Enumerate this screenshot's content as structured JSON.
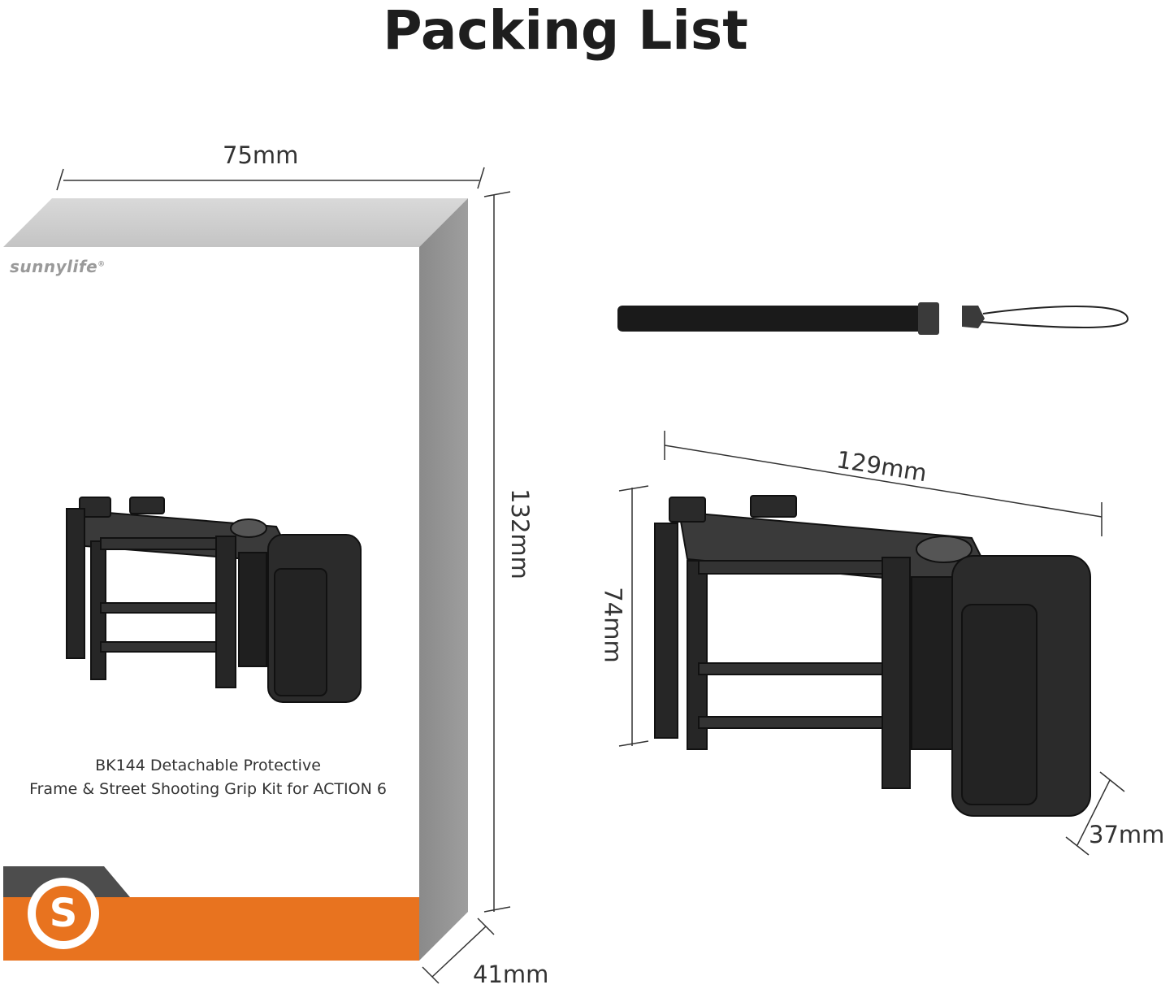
{
  "title": "Packing List",
  "box": {
    "brand": "sunnylife",
    "brand_mark": "®",
    "logo_letter": "S",
    "label_line1": "BK144 Detachable Protective",
    "label_line2": "Frame & Street Shooting Grip Kit for ACTION 6",
    "accent_color": "#e8731f",
    "dims": {
      "width": "75mm",
      "height": "132mm",
      "depth": "41mm"
    }
  },
  "grip": {
    "dims": {
      "length": "129mm",
      "height": "74mm",
      "depth": "37mm"
    }
  },
  "items": [
    "packing-box",
    "wrist-strap",
    "frame-grip-kit"
  ]
}
